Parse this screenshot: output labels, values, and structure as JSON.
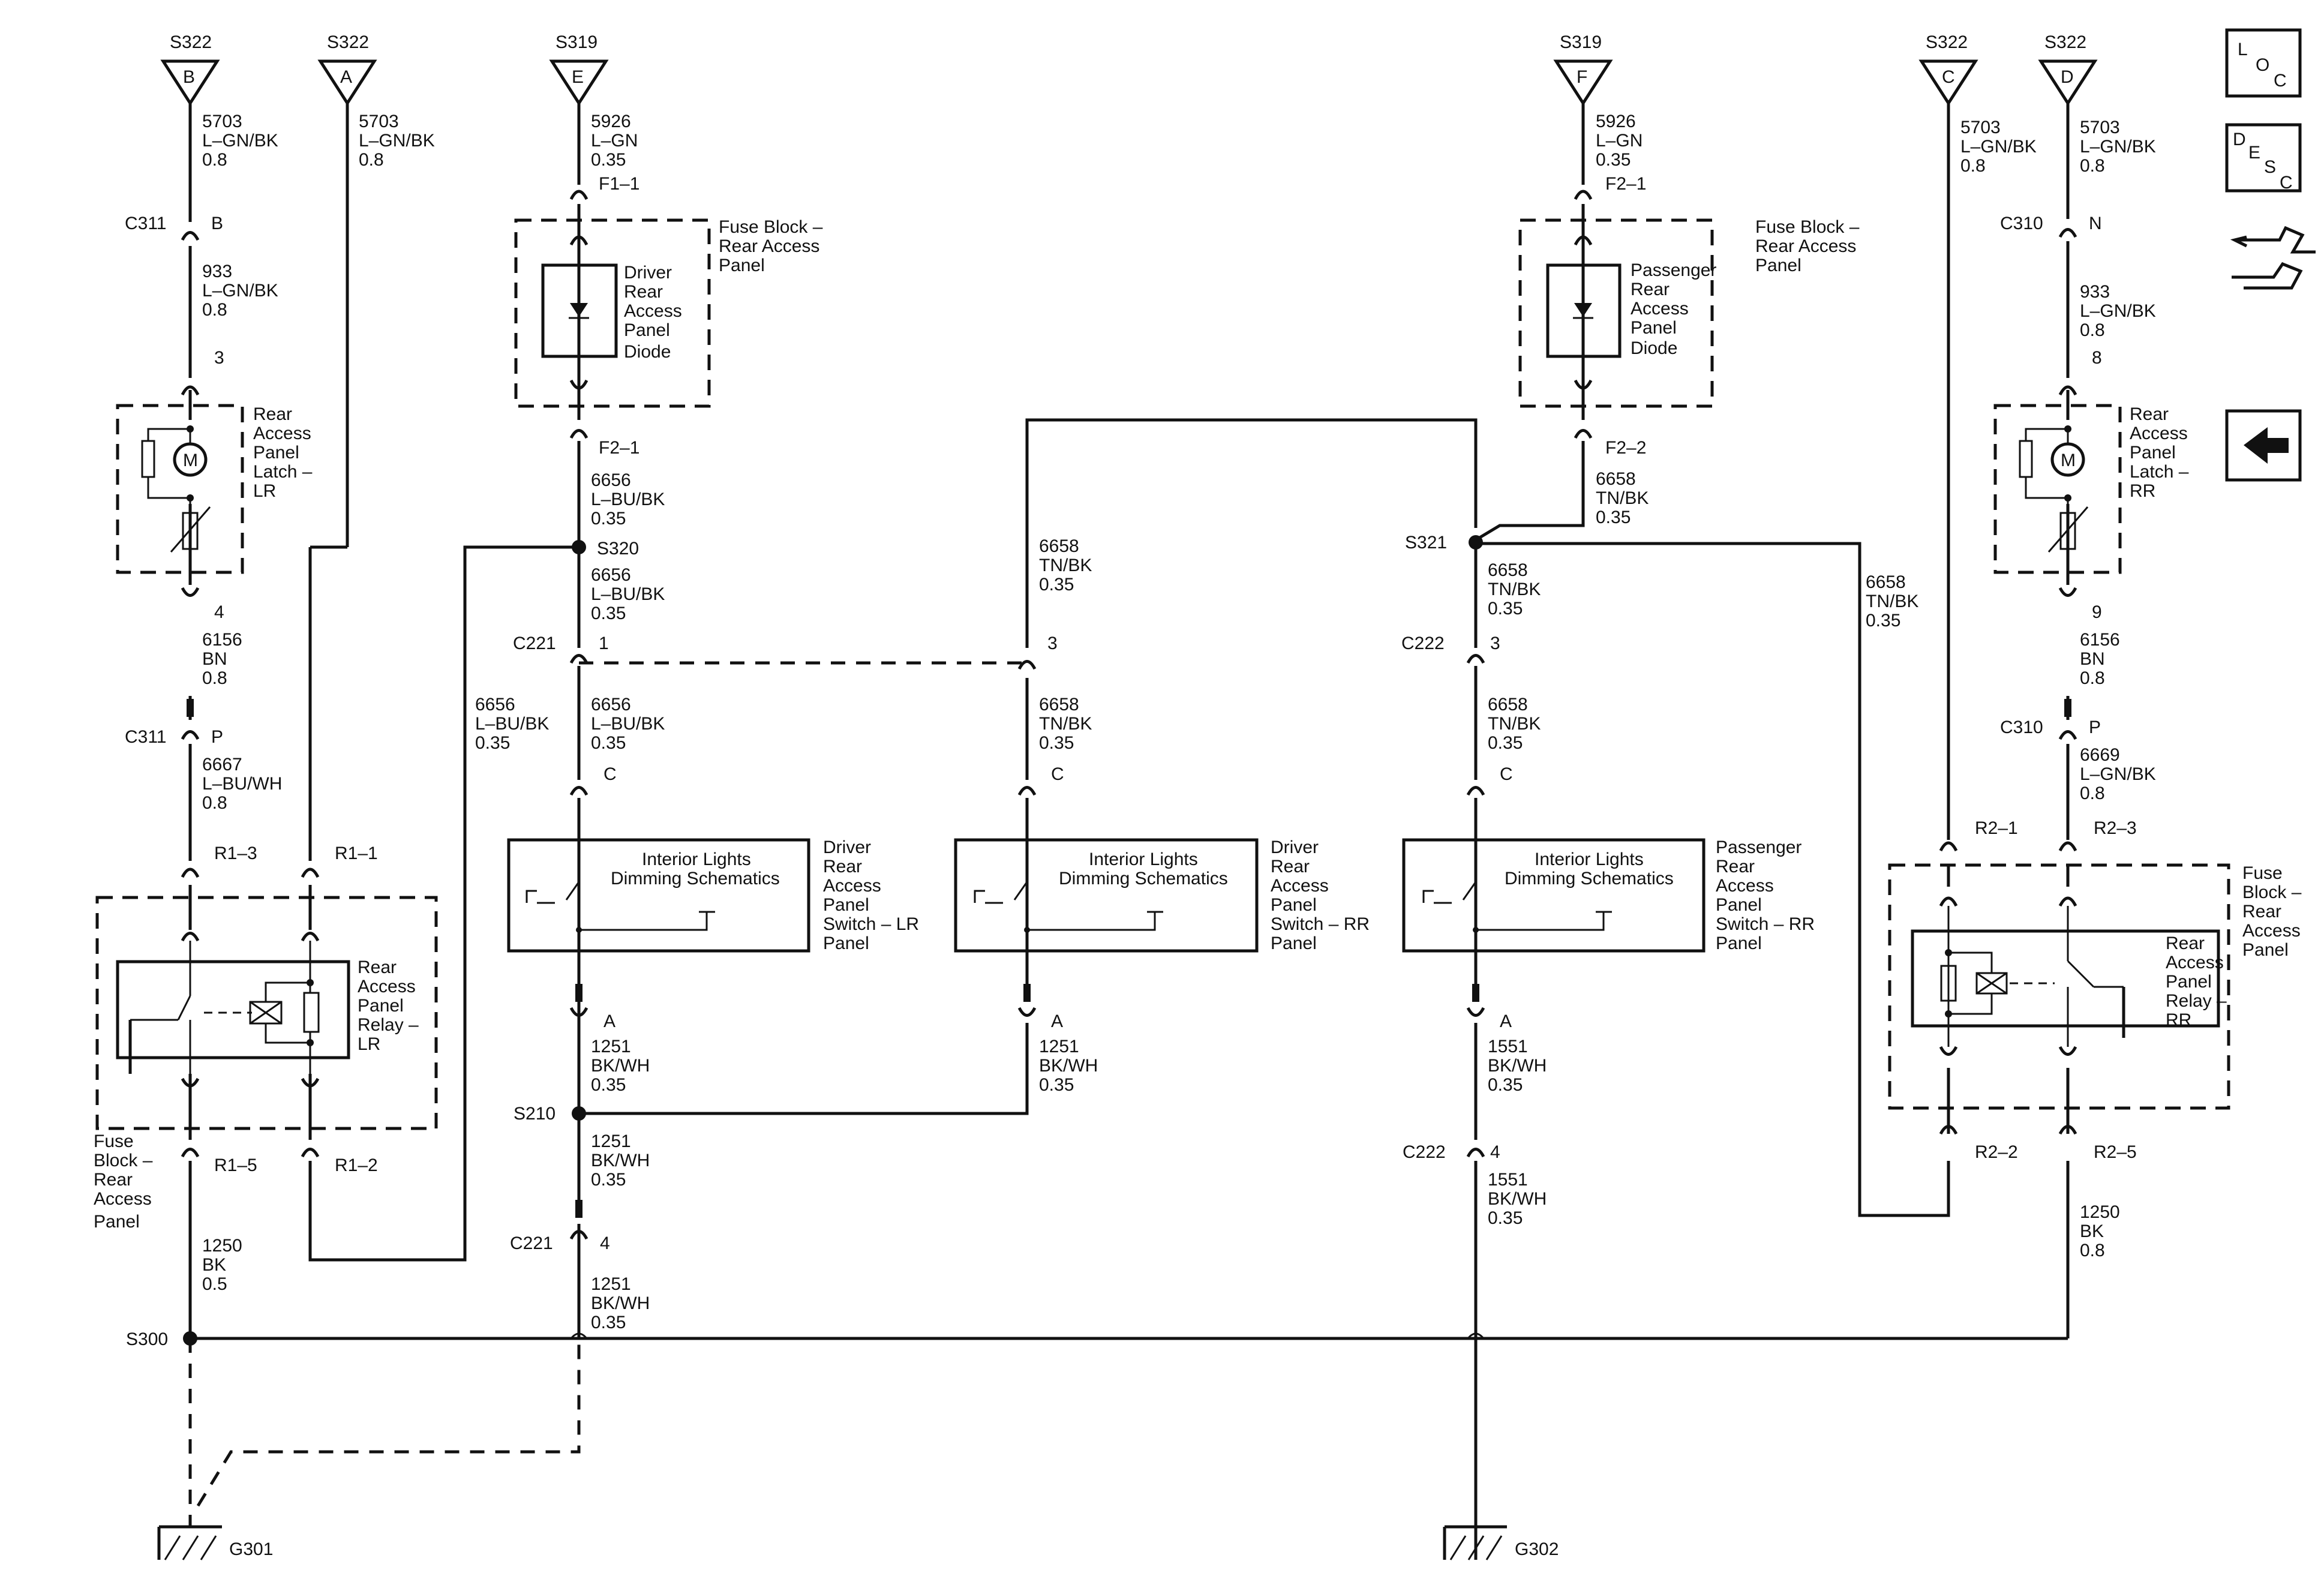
{
  "refs": {
    "s322_b": {
      "splice": "S322",
      "letter": "B"
    },
    "s322_a": {
      "splice": "S322",
      "letter": "A"
    },
    "s319_e": {
      "splice": "S319",
      "letter": "E"
    },
    "s319_f": {
      "splice": "S319",
      "letter": "F"
    },
    "s322_c": {
      "splice": "S322",
      "letter": "C"
    },
    "s322_d": {
      "splice": "S322",
      "letter": "D"
    }
  },
  "nav": {
    "loc": {
      "l": "L",
      "o": "O",
      "c": "C"
    },
    "desc": {
      "d": "D",
      "e": "E",
      "s": "S",
      "c": "C"
    }
  },
  "col1": {
    "w1": [
      "5703",
      "L–GN/BK",
      "0.8"
    ],
    "c311_top": {
      "conn": "C311",
      "pin": "B"
    },
    "w2": [
      "933",
      "L–GN/BK",
      "0.8"
    ],
    "pin3": "3",
    "latch": [
      "Rear",
      "Access",
      "Panel",
      "Latch –",
      "LR"
    ],
    "motor": "M",
    "pin4": "4",
    "w3": [
      "6156",
      "BN",
      "0.8"
    ],
    "c311_bot": {
      "conn": "C311",
      "pin": "P"
    },
    "w4": [
      "6667",
      "L–BU/WH",
      "0.8"
    ],
    "r13": "R1–3",
    "fuse_block": [
      "Fuse",
      "Block –",
      "Rear",
      "Access",
      "Panel"
    ],
    "r15": "R1–5",
    "w5": [
      "1250",
      "BK",
      "0.5"
    ],
    "s300": "S300",
    "g301": "G301"
  },
  "col2": {
    "w1": [
      "5703",
      "L–GN/BK",
      "0.8"
    ],
    "r11": "R1–1",
    "relay": [
      "Rear",
      "Access",
      "Panel",
      "Relay –",
      "LR"
    ],
    "r12": "R1–2"
  },
  "col3": {
    "w1": [
      "5926",
      "L–GN",
      "0.35"
    ],
    "f11": "F1–1",
    "fuse_block": [
      "Fuse Block –",
      "Rear Access",
      "Panel"
    ],
    "diode": [
      "Driver",
      "Rear",
      "Access",
      "Panel",
      "Diode"
    ],
    "f21": "F2–1",
    "w2": [
      "6656",
      "L–BU/BK",
      "0.35"
    ],
    "s320": "S320",
    "w3": [
      "6656",
      "L–BU/BK",
      "0.35"
    ],
    "c221_top": {
      "conn": "C221",
      "pin": "1"
    },
    "w4_left": [
      "6656",
      "L–BU/BK",
      "0.35"
    ],
    "w4": [
      "6656",
      "L–BU/BK",
      "0.35"
    ],
    "pin_c": "C",
    "switch_inner": [
      "Interior Lights",
      "Dimming Schematics"
    ],
    "switch": [
      "Driver",
      "Rear",
      "Access",
      "Panel",
      "Switch – LR",
      "Panel"
    ],
    "pin_a": "A",
    "w5": [
      "1251",
      "BK/WH",
      "0.35"
    ],
    "s210": "S210",
    "w6": [
      "1251",
      "BK/WH",
      "0.35"
    ],
    "c221_bot": {
      "conn": "C221",
      "pin": "4"
    },
    "w7": [
      "1251",
      "BK/WH",
      "0.35"
    ]
  },
  "col4": {
    "w1": [
      "6658",
      "TN/BK",
      "0.35"
    ],
    "pin3": "3",
    "w2": [
      "6658",
      "TN/BK",
      "0.35"
    ],
    "pin_c": "C",
    "switch_inner": [
      "Interior Lights",
      "Dimming Schematics"
    ],
    "switch": [
      "Driver",
      "Rear",
      "Access",
      "Panel",
      "Switch – RR",
      "Panel"
    ],
    "pin_a": "A",
    "w3": [
      "1251",
      "BK/WH",
      "0.35"
    ]
  },
  "col5": {
    "w1": [
      "5926",
      "L–GN",
      "0.35"
    ],
    "f21": "F2–1",
    "fuse_block": [
      "Fuse Block –",
      "Rear Access",
      "Panel"
    ],
    "diode": [
      "Passenger",
      "Rear",
      "Access",
      "Panel",
      "Diode"
    ],
    "f22": "F2–2",
    "w2": [
      "6658",
      "TN/BK",
      "0.35"
    ],
    "s321": "S321",
    "w3": [
      "6658",
      "TN/BK",
      "0.35"
    ],
    "c222_top": {
      "conn": "C222",
      "pin": "3"
    },
    "w4": [
      "6658",
      "TN/BK",
      "0.35"
    ],
    "pin_c": "C",
    "switch_inner": [
      "Interior Lights",
      "Dimming Schematics"
    ],
    "switch": [
      "Passenger",
      "Rear",
      "Access",
      "Panel",
      "Switch – RR",
      "Panel"
    ],
    "pin_a": "A",
    "w5": [
      "1551",
      "BK/WH",
      "0.35"
    ],
    "c222_bot": {
      "conn": "C222",
      "pin": "4"
    },
    "w6": [
      "1551",
      "BK/WH",
      "0.35"
    ],
    "g302": "G302"
  },
  "col6": {
    "w1": [
      "5703",
      "L–GN/BK",
      "0.8"
    ],
    "w_side": [
      "6658",
      "TN/BK",
      "0.35"
    ],
    "r21": "R2–1",
    "r22": "R2–2"
  },
  "col7": {
    "w1": [
      "5703",
      "L–GN/BK",
      "0.8"
    ],
    "c310_top": {
      "conn": "C310",
      "pin": "N"
    },
    "w2": [
      "933",
      "L–GN/BK",
      "0.8"
    ],
    "pin8": "8",
    "latch": [
      "Rear",
      "Access",
      "Panel",
      "Latch –",
      "RR"
    ],
    "motor": "M",
    "pin9": "9",
    "w3": [
      "6156",
      "BN",
      "0.8"
    ],
    "c310_bot": {
      "conn": "C310",
      "pin": "P"
    },
    "w4": [
      "6669",
      "L–GN/BK",
      "0.8"
    ],
    "r23": "R2–3",
    "fuse_block": [
      "Fuse",
      "Block –",
      "Rear",
      "Access",
      "Panel"
    ],
    "relay": [
      "Rear",
      "Access",
      "Panel",
      "Relay –",
      "RR"
    ],
    "r25": "R2–5",
    "w5": [
      "1250",
      "BK",
      "0.8"
    ]
  }
}
